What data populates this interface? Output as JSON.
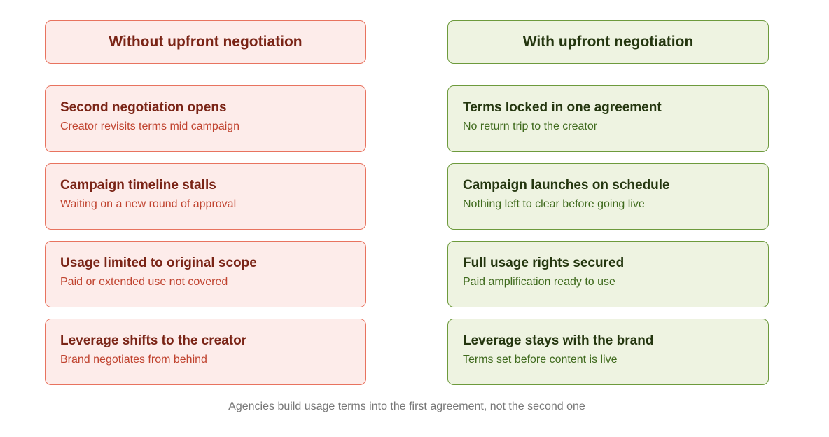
{
  "columns": [
    {
      "heading": "Without upfront negotiation",
      "cards": [
        {
          "title": "Second negotiation opens",
          "subtitle": "Creator revisits terms mid campaign"
        },
        {
          "title": "Campaign timeline stalls",
          "subtitle": "Waiting on a new round of approval"
        },
        {
          "title": "Usage limited to original scope",
          "subtitle": "Paid or extended use not covered"
        },
        {
          "title": "Leverage shifts to the creator",
          "subtitle": "Brand negotiates from behind"
        }
      ]
    },
    {
      "heading": "With upfront negotiation",
      "cards": [
        {
          "title": "Terms locked in one agreement",
          "subtitle": "No return trip to the creator"
        },
        {
          "title": "Campaign launches on schedule",
          "subtitle": "Nothing left to clear before going live"
        },
        {
          "title": "Full usage rights secured",
          "subtitle": "Paid amplification ready to use"
        },
        {
          "title": "Leverage stays with the brand",
          "subtitle": "Terms set before content is live"
        }
      ]
    }
  ],
  "footnote": "Agencies build usage terms into the first agreement, not the second one",
  "colors": {
    "negative_fill": "#fdecea",
    "negative_border": "#e8735f",
    "negative_text": "#7a2416",
    "positive_fill": "#eef3e1",
    "positive_border": "#6d9a3c",
    "positive_text": "#24360f"
  }
}
